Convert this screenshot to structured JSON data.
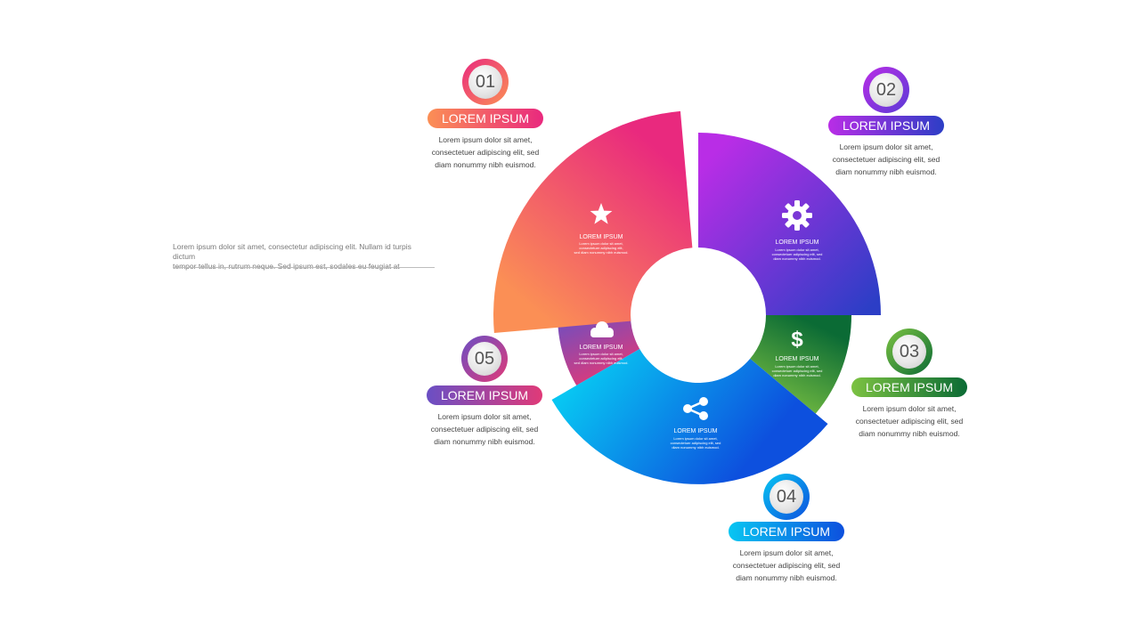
{
  "intro": {
    "line1": "Lorem ipsum dolor sit amet, consectetur adipiscing elit. Nullam id turpis dictum",
    "line2": "tempor tellus in, rutrum neque. Sed ipsum est, sodales eu feugiat at"
  },
  "segments": [
    {
      "id": "01",
      "number": "01",
      "title": "LOREM IPSUM",
      "icon": "star-icon",
      "color_start": "#fb8f55",
      "color_end": "#e9297e",
      "desc": [
        "Lorem ipsum dolor sit amet,",
        "consectetuer adipiscing elit, sed",
        "diam nonummy nibh euismod."
      ],
      "inner_title": "LOREM IPSUM",
      "inner_lines": [
        "Lorem ipsum dolor sit amet,",
        "consectetuer adipiscing elit,",
        "sed diam nonummy nibh euismod."
      ]
    },
    {
      "id": "02",
      "number": "02",
      "title": "LOREM IPSUM",
      "icon": "gear-icon",
      "color_start": "#b92de6",
      "color_end": "#2c3ec6",
      "desc": [
        "Lorem ipsum dolor sit amet,",
        "consectetuer adipiscing elit, sed",
        "diam nonummy nibh euismod."
      ],
      "inner_title": "LOREM IPSUM",
      "inner_lines": [
        "Lorem ipsum dolor sit amet,",
        "consectetuer adipiscing elit, sed",
        "diam nonummy nibh euismod."
      ]
    },
    {
      "id": "03",
      "number": "03",
      "title": "LOREM IPSUM",
      "icon": "dollar-icon",
      "color_start": "#7cc242",
      "color_end": "#0b6b35",
      "desc": [
        "Lorem ipsum dolor sit amet,",
        "consectetuer adipiscing elit, sed",
        "diam nonummy nibh euismod."
      ],
      "inner_title": "LOREM IPSUM",
      "inner_lines": [
        "Lorem ipsum dolor sit amet,",
        "consectetuer adipiscing elit, sed",
        "diam nonummy nibh euismod."
      ]
    },
    {
      "id": "04",
      "number": "04",
      "title": "LOREM IPSUM",
      "icon": "share-icon",
      "color_start": "#08c6f2",
      "color_end": "#0d50de",
      "desc": [
        "Lorem ipsum dolor sit amet,",
        "consectetuer adipiscing elit, sed",
        "diam nonummy nibh euismod."
      ],
      "inner_title": "LOREM IPSUM",
      "inner_lines": [
        "Lorem ipsum dolor sit amet,",
        "consectetuer adipiscing elit, sed",
        "diam nonummy nibh euismod."
      ]
    },
    {
      "id": "05",
      "number": "05",
      "title": "LOREM IPSUM",
      "icon": "cloud-icon",
      "color_start": "#6a4fc4",
      "color_end": "#e03a78",
      "desc": [
        "Lorem ipsum dolor sit amet,",
        "consectetuer adipiscing elit, sed",
        "diam nonummy nibh euismod."
      ],
      "inner_title": "LOREM IPSUM",
      "inner_lines": [
        "Lorem ipsum dolor sit amet,",
        "consectetuer adipiscing elit,",
        "sed diam nonummy nibh euismod."
      ]
    }
  ]
}
